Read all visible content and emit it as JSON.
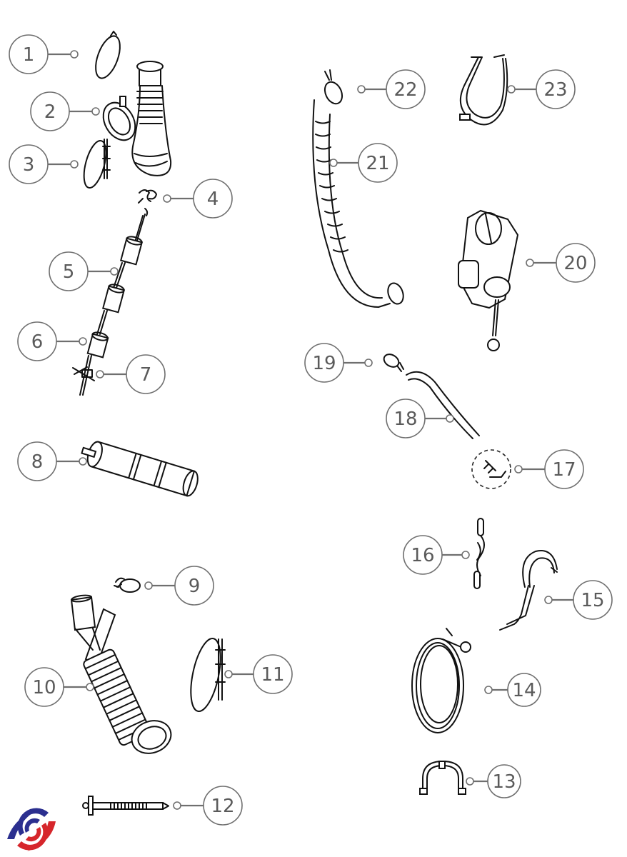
{
  "diagram": {
    "type": "exploded-parts-diagram",
    "subject": "washing machine drain / water hose assembly",
    "colors": {
      "callout_stroke": "#6f6f6f",
      "callout_text": "#5a5a5a",
      "line_art": "#111111",
      "logo_blue": "#2b2f8f",
      "logo_red": "#d6262b"
    },
    "callouts": [
      {
        "number": "1",
        "part": "hose clamp ring (small)"
      },
      {
        "number": "2",
        "part": "bellows elbow hose with flange"
      },
      {
        "number": "3",
        "part": "hose clamp (screw band)"
      },
      {
        "number": "4",
        "part": "spring clip"
      },
      {
        "number": "5",
        "part": "weighted cable (upper)"
      },
      {
        "number": "6",
        "part": "weighted cable (lower)"
      },
      {
        "number": "7",
        "part": "cable tie clip"
      },
      {
        "number": "8",
        "part": "cylindrical damper / weight"
      },
      {
        "number": "9",
        "part": "spring hose clip"
      },
      {
        "number": "10",
        "part": "Y-branch bellows hose"
      },
      {
        "number": "11",
        "part": "hose clamp (screw band)"
      },
      {
        "number": "12",
        "part": "long bolt"
      },
      {
        "number": "13",
        "part": "U hose guide bracket"
      },
      {
        "number": "14",
        "part": "inlet hose coil"
      },
      {
        "number": "15",
        "part": "hook hose holder"
      },
      {
        "number": "16",
        "part": "pipe strap bracket"
      },
      {
        "number": "17",
        "part": "small connector (detail)"
      },
      {
        "number": "18",
        "part": "curved drain tube"
      },
      {
        "number": "19",
        "part": "spring clip"
      },
      {
        "number": "20",
        "part": "drain pump housing"
      },
      {
        "number": "21",
        "part": "corrugated drain hose"
      },
      {
        "number": "22",
        "part": "spring hose clip"
      },
      {
        "number": "23",
        "part": "plastic hose clamp"
      }
    ],
    "logo": {
      "name": "brand-logo",
      "description": "blue and red swirl emblem"
    }
  }
}
